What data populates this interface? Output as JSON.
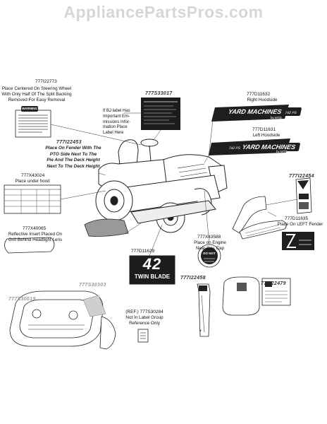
{
  "watermark": "AppliancePartsPros.com",
  "parts": {
    "p777i22773": {
      "number": "777I22773",
      "text": [
        "Place Centered On Steering Wheel",
        "With Only Half Of The Split Backing",
        "Removed For Easy Removal"
      ],
      "sticker_title": "WARNING"
    },
    "p777s33017": {
      "number": "777S33017"
    },
    "bj_note": {
      "text": [
        "If BJ label Has",
        "Important Em-",
        "missions Infor-",
        "mation Place",
        "Label Here"
      ]
    },
    "p777d11632": {
      "number": "777D11632",
      "text": [
        "Right Hoodside"
      ],
      "brand": "YARD MACHINES",
      "model": "742 PS",
      "sub": "by MTD"
    },
    "p777d11631": {
      "number": "777D11631",
      "text": [
        "Left Hoodside"
      ],
      "brand": "YARD MACHINES",
      "model": "742 PS",
      "sub": "by MTD"
    },
    "p777i22453": {
      "number": "777I22453",
      "text": [
        "Place On Fender With The",
        "PTO Side Next To The",
        "Pie And The Deck Height",
        "Next To The Deck Height"
      ]
    },
    "p777x43024": {
      "number": "777X43024",
      "text": [
        "Place under hood"
      ]
    },
    "p777i22454": {
      "number": "777I22454"
    },
    "p777d11635": {
      "number": "777D11635",
      "text": [
        "Place On LEFT Fender"
      ]
    },
    "p777x40065": {
      "number": "777X40065",
      "text": [
        "Reflective Insert Placed On",
        "Grill Behind Headlight Lens"
      ]
    },
    "p777x43588": {
      "number": "777X43588",
      "text": [
        "Place on Engine",
        "Near Gas Cap"
      ],
      "sticker_text": "DO NOT"
    },
    "p777d11629": {
      "number": "777D11629",
      "big": "42",
      "sub": "TWIN BLADE"
    },
    "p777s30303": {
      "number": "777S30303"
    },
    "p777s30019": {
      "number": "777S30019"
    },
    "p777s30284": {
      "number": "(REF.) 777S30284",
      "text": [
        "Not In Label Group",
        "Reference Only"
      ]
    },
    "p777i22458": {
      "number": "777I22458"
    },
    "p777i22479": {
      "number": "777I22479"
    }
  }
}
